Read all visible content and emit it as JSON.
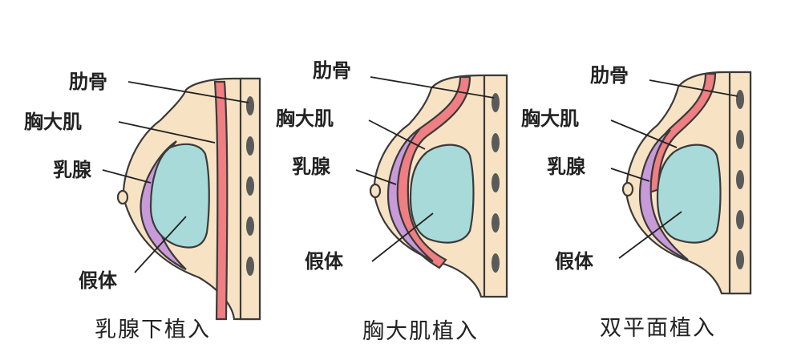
{
  "labels": {
    "rib": "肋骨",
    "pectoralis": "胸大肌",
    "mammary_gland": "乳腺",
    "implant": "假体"
  },
  "panels": [
    {
      "caption": "乳腺下植入"
    },
    {
      "caption": "胸大肌植入"
    },
    {
      "caption": "双平面植入"
    }
  ],
  "colors": {
    "skin": "#f7e3c4",
    "muscle": "#ef7f82",
    "gland": "#c89ad8",
    "implant": "#a8dada",
    "rib": "#5a5a5a",
    "outline": "#3a3a3a"
  }
}
